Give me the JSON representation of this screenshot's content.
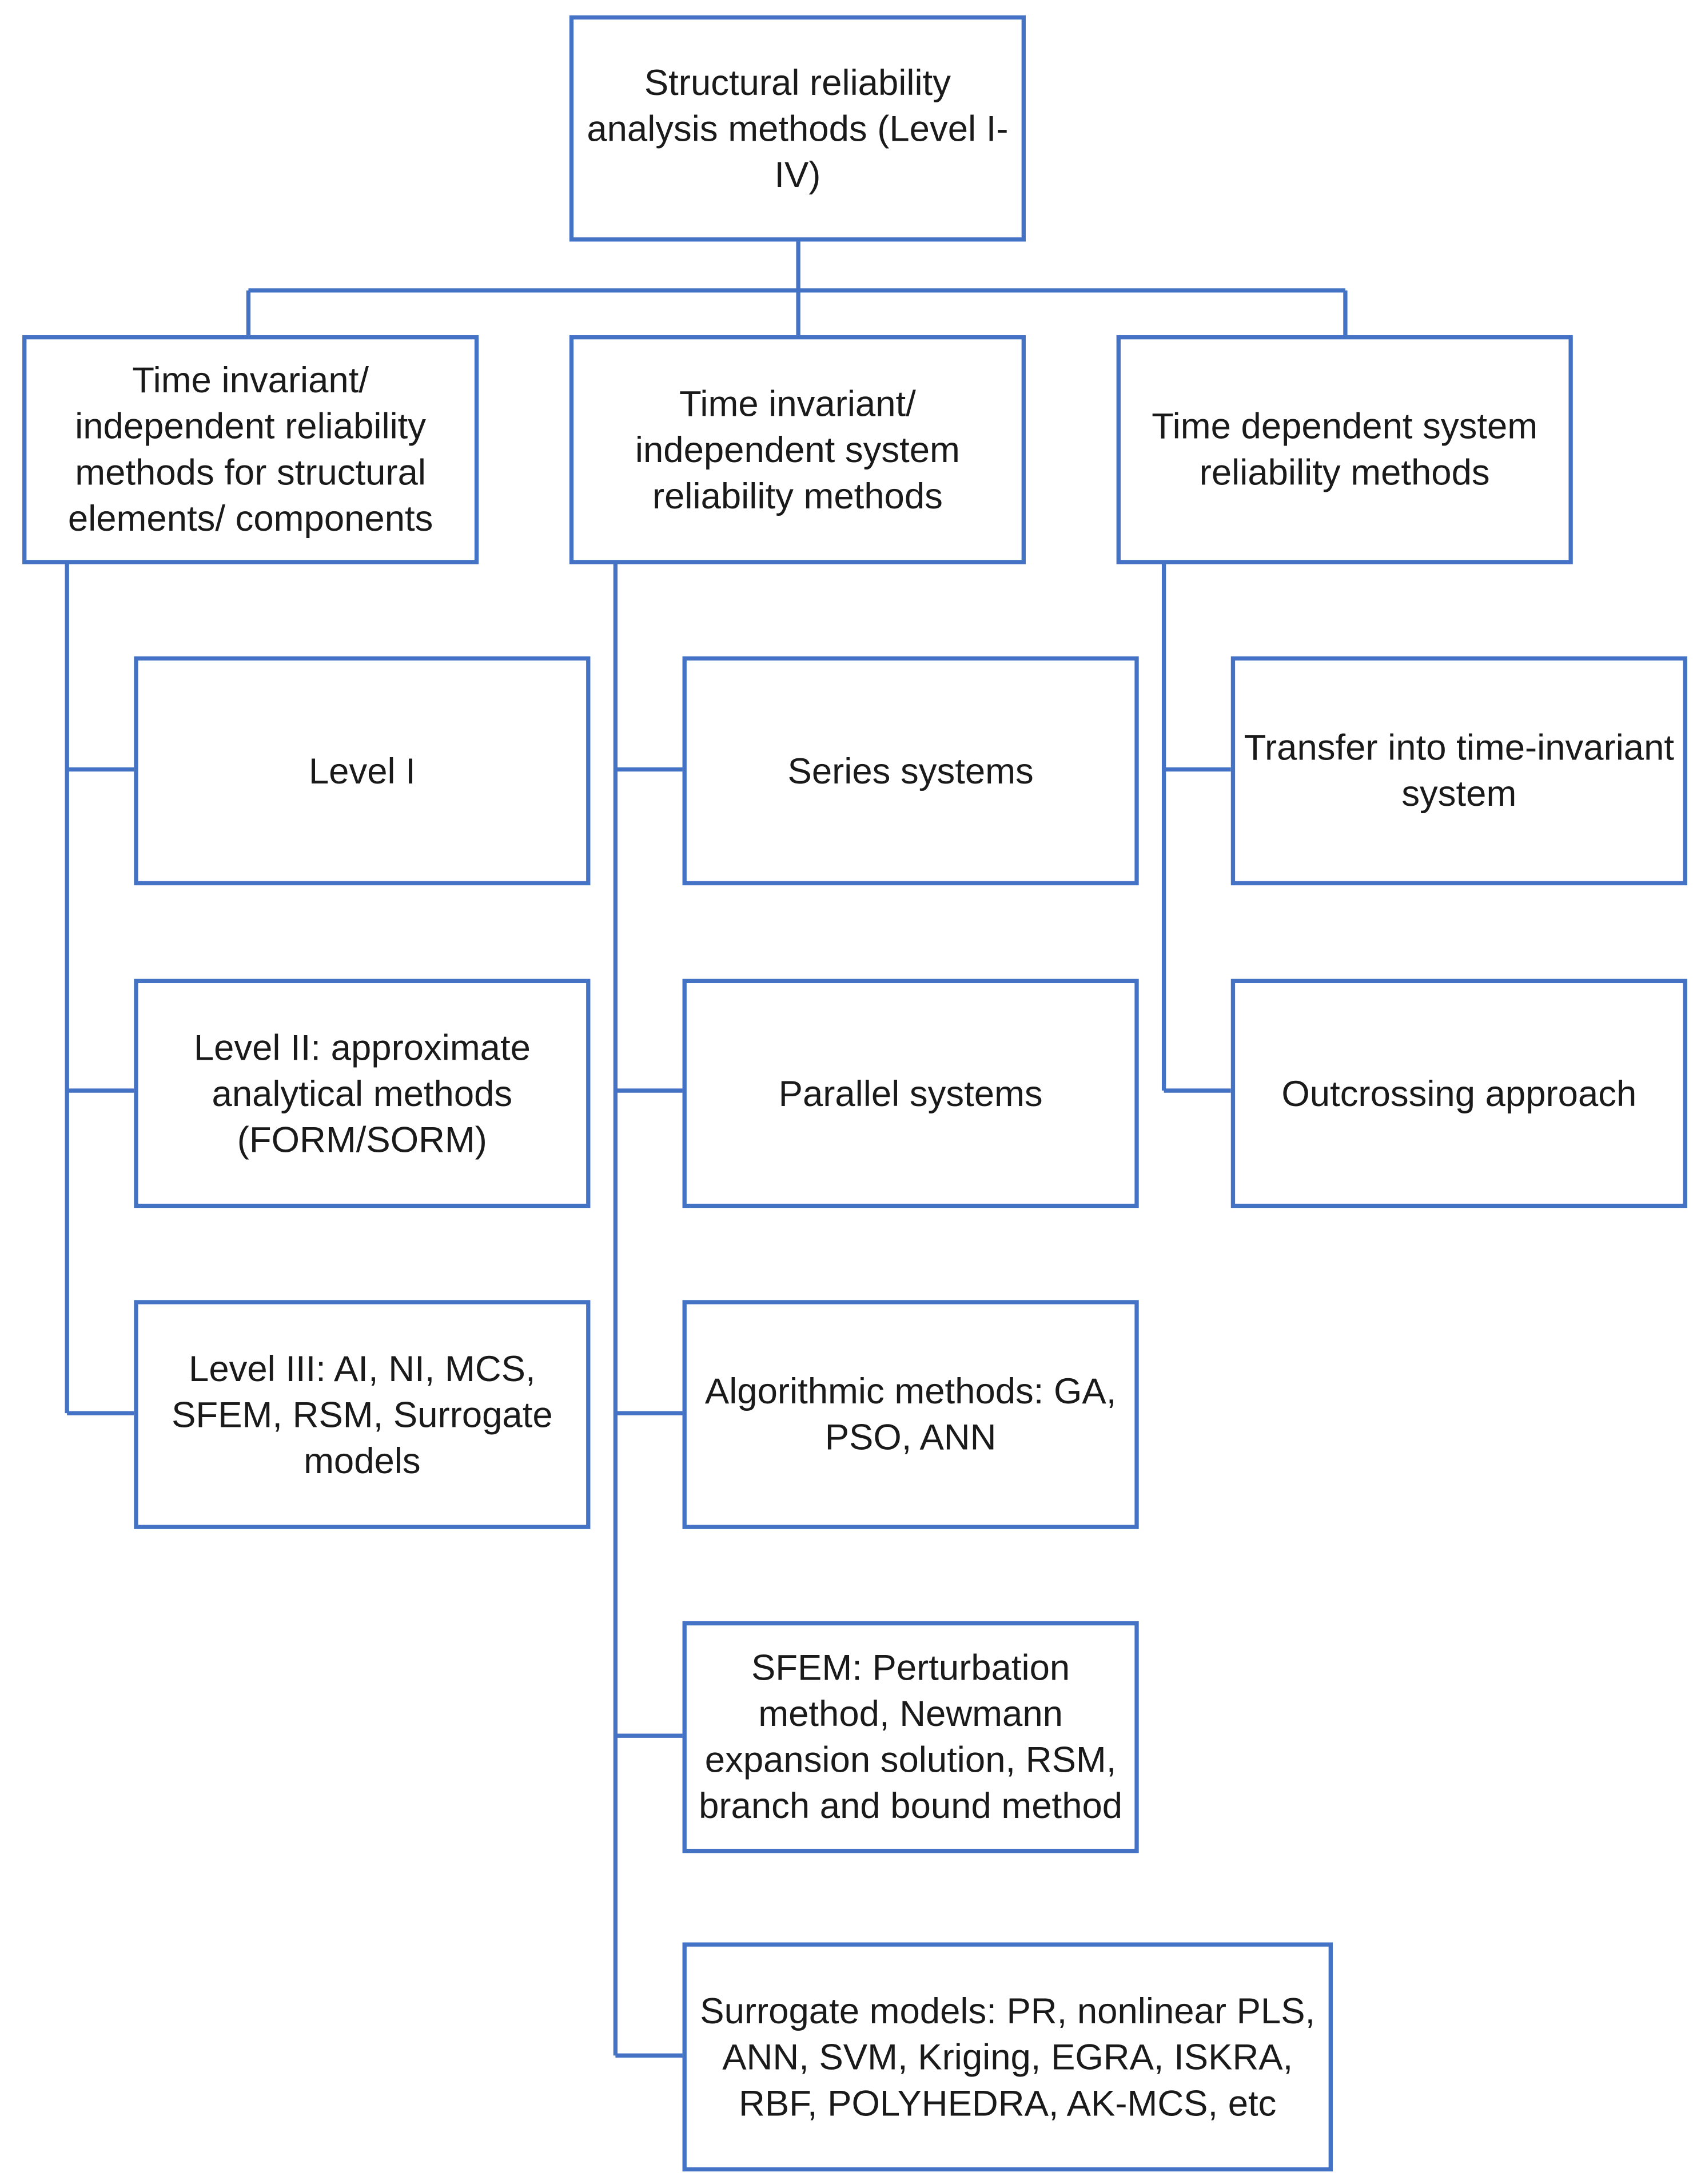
{
  "root": {
    "label": "Structural reliability\nanalysis methods (Level I-\nIV)"
  },
  "categories": [
    {
      "label": "Time invariant/\nindependent reliability\nmethods for structural\nelements/ components",
      "children": [
        "Level I",
        "Level II: approximate\nanalytical methods\n(FORM/SORM)",
        "Level III: AI, NI, MCS,\nSFEM, RSM, Surrogate\nmodels"
      ]
    },
    {
      "label": "Time invariant/\nindependent system\nreliability methods",
      "children": [
        "Series systems",
        "Parallel systems",
        "Algorithmic methods: GA,\nPSO, ANN",
        "SFEM: Perturbation\nmethod, Newmann\nexpansion solution, RSM,\nbranch and bound method",
        "Surrogate models: PR, nonlinear PLS,\nANN, SVM, Kriging, EGRA, ISKRA,\nRBF, POLYHEDRA, AK-MCS, etc"
      ]
    },
    {
      "label": "Time dependent system\nreliability methods",
      "children": [
        "Transfer into time-invariant\nsystem",
        "Outcrossing approach"
      ]
    }
  ],
  "colors": {
    "border": "#4472c4",
    "text": "#1a1a1a",
    "background": "#ffffff"
  }
}
